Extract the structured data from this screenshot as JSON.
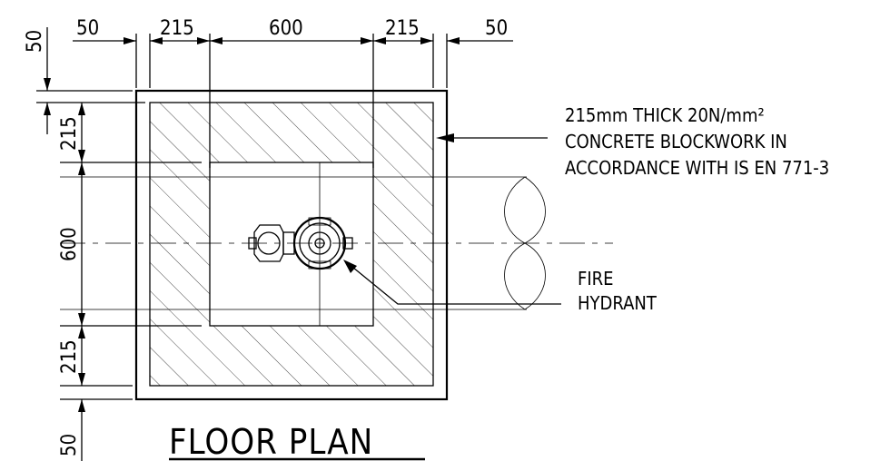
{
  "title": "FLOOR PLAN",
  "dimensions": {
    "top": [
      "50",
      "215",
      "600",
      "215",
      "50"
    ],
    "left": [
      "50",
      "215",
      "600",
      "215",
      "50"
    ]
  },
  "notes": {
    "wall": [
      "215mm THICK 20N/mm²",
      "CONCRETE BLOCKWORK IN",
      "ACCORDANCE WITH IS EN 771-3"
    ],
    "hydrant": [
      "FIRE",
      "HYDRANT"
    ]
  }
}
